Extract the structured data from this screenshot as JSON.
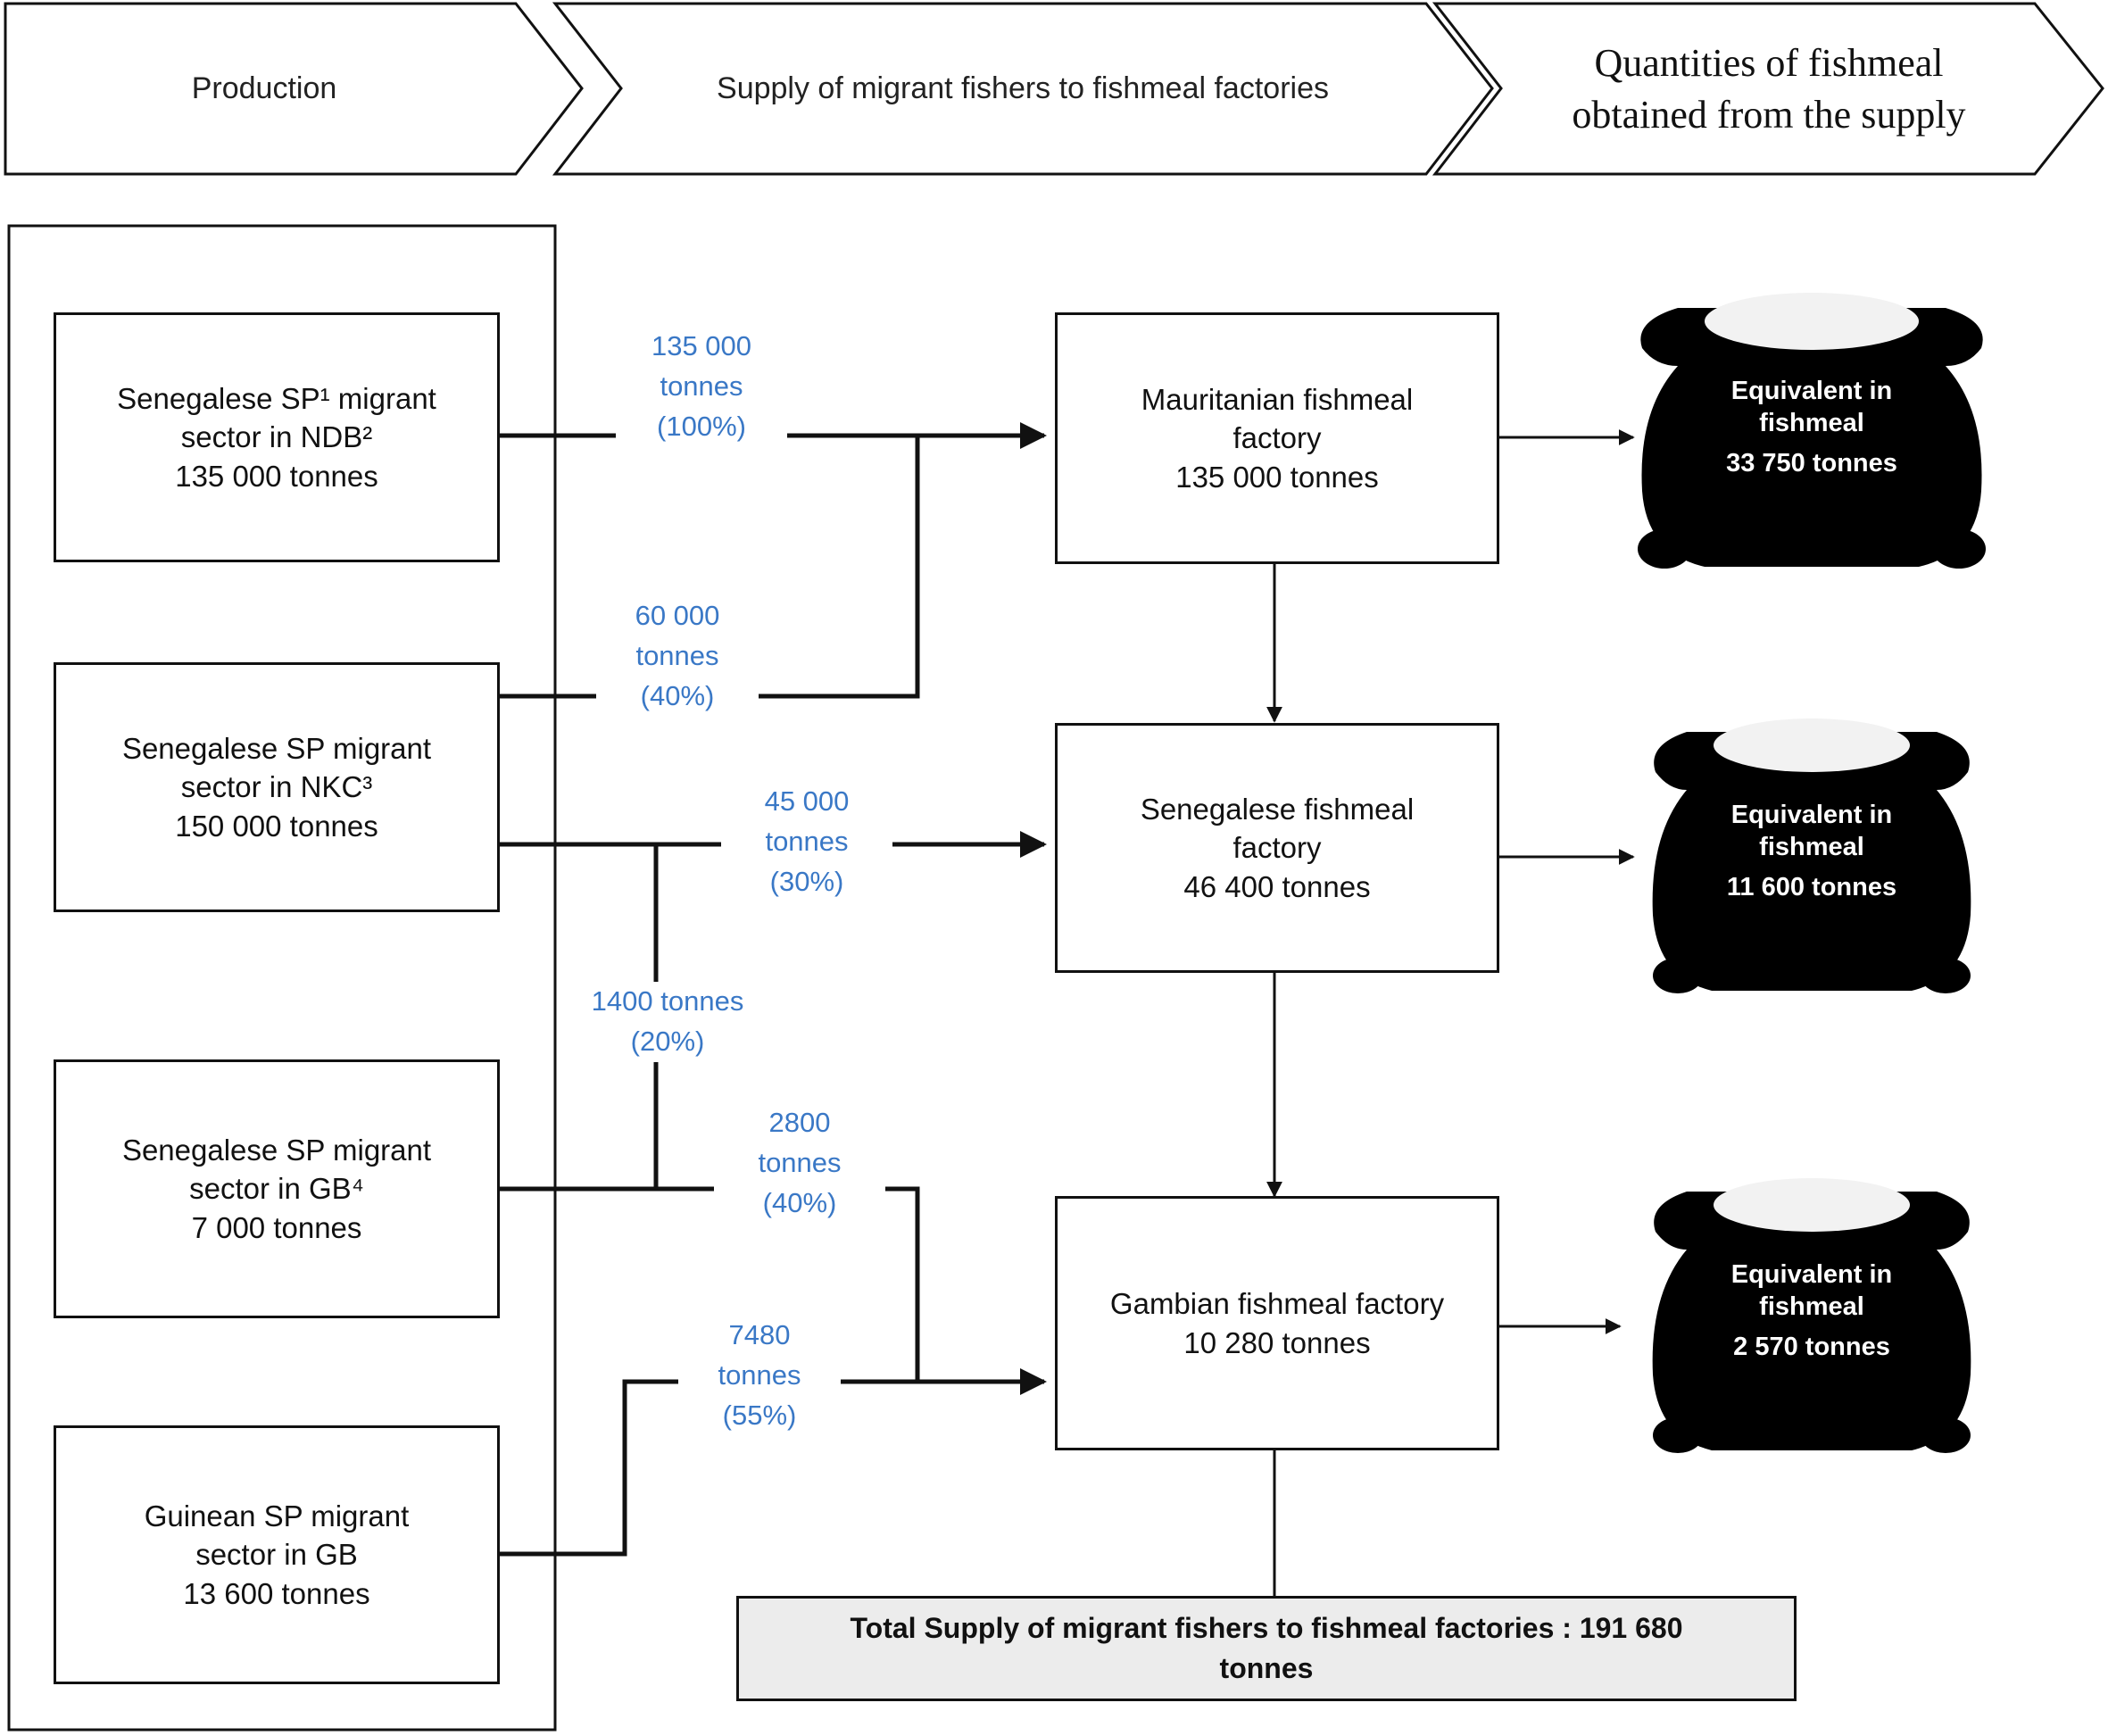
{
  "header": {
    "stage_production": "Production",
    "stage_supply": "Supply of migrant fishers to fishmeal factories",
    "stage_quantities_line1": "Quantities of fishmeal",
    "stage_quantities_line2": "obtained from the supply"
  },
  "sources": [
    {
      "line1": "Senegalese SP¹ migrant",
      "line2": "sector in NDB²",
      "line3": "135 000 tonnes"
    },
    {
      "line1": "Senegalese SP migrant",
      "line2": "sector in NKC³",
      "line3": "150 000 tonnes"
    },
    {
      "line1": "Senegalese SP migrant",
      "line2": "sector in GB⁴",
      "line3": "7 000 tonnes"
    },
    {
      "line1": "Guinean SP migrant",
      "line2": "sector in GB",
      "line3": "13 600 tonnes"
    }
  ],
  "flows": [
    {
      "line1": "135 000",
      "line2": "tonnes",
      "line3": "(100%)"
    },
    {
      "line1": "60 000",
      "line2": "tonnes",
      "line3": "(40%)"
    },
    {
      "line1": "45 000",
      "line2": "tonnes",
      "line3": "(30%)"
    },
    {
      "line1": "1400 tonnes",
      "line2": "(20%)"
    },
    {
      "line1": "2800",
      "line2": "tonnes",
      "line3": "(40%)"
    },
    {
      "line1": "7480",
      "line2": "tonnes",
      "line3": "(55%)"
    }
  ],
  "factories": [
    {
      "line1": "Mauritanian fishmeal",
      "line2": "factory",
      "line3": "135 000 tonnes"
    },
    {
      "line1": "Senegalese fishmeal",
      "line2": "factory",
      "line3": "46 400 tonnes"
    },
    {
      "line1": "Gambian fishmeal factory",
      "line2": "10 280 tonnes"
    }
  ],
  "bags": [
    {
      "line1": "Equivalent in",
      "line2": "fishmeal",
      "line3": "33 750 tonnes"
    },
    {
      "line1": "Equivalent in",
      "line2": "fishmeal",
      "line3": "11 600 tonnes"
    },
    {
      "line1": "Equivalent in",
      "line2": "fishmeal",
      "line3": "2 570 tonnes"
    }
  ],
  "total": {
    "line1": "Total Supply of migrant fishers to fishmeal factories : 191 680",
    "line2": "tonnes"
  },
  "colors": {
    "flow_text": "#3a78c6",
    "line": "#111111",
    "total_fill": "#ececec",
    "bag_fill": "#000000"
  }
}
